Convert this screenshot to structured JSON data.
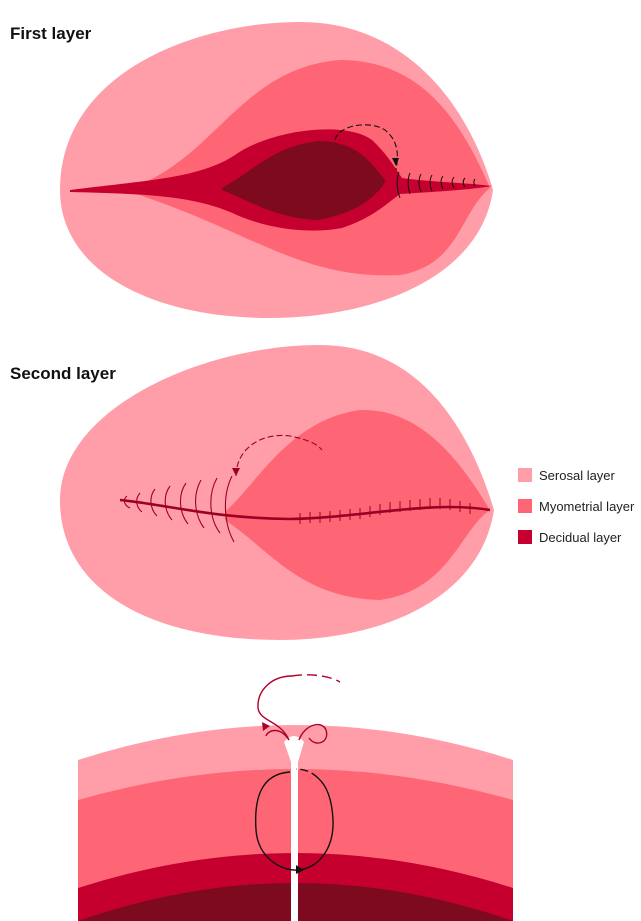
{
  "titles": {
    "first_layer": "First layer",
    "second_layer": "Second layer"
  },
  "legend": [
    {
      "label": "Serosal layer",
      "color": "#ff9ea8"
    },
    {
      "label": "Myometrial layer",
      "color": "#ff6675"
    },
    {
      "label": "Decidual layer",
      "color": "#c5002f"
    }
  ],
  "colors": {
    "serosal": "#ff9ea8",
    "myometrial": "#ff6675",
    "decidual": "#c5002f",
    "cavity": "#7d0a1f",
    "suture_dark": "#111111",
    "suture_red": "#b0002a"
  }
}
